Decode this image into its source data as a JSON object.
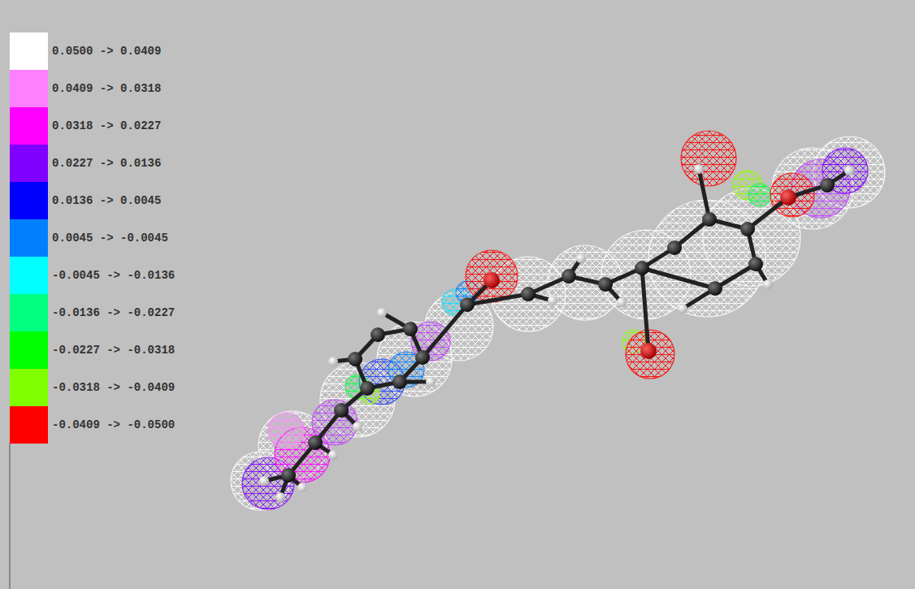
{
  "diagram": {
    "legend": [
      {
        "text": "0.0500 -> 0.0409",
        "color": "#ffffff"
      },
      {
        "text": "0.0409 -> 0.0318",
        "color": "#ff80ff"
      },
      {
        "text": "0.0318 -> 0.0227",
        "color": "#ff00ff"
      },
      {
        "text": "0.0227 -> 0.0136",
        "color": "#8000ff"
      },
      {
        "text": "0.0136 -> 0.0045",
        "color": "#0000ff"
      },
      {
        "text": "0.0045 -> -0.0045",
        "color": "#0080ff"
      },
      {
        "text": "-0.0045 -> -0.0136",
        "color": "#00ffff"
      },
      {
        "text": "-0.0136 -> -0.0227",
        "color": "#00ff80"
      },
      {
        "text": "-0.0227 -> -0.0318",
        "color": "#00ff00"
      },
      {
        "text": "-0.0318 -> -0.0409",
        "color": "#80ff00"
      },
      {
        "text": "-0.0409 -> -0.0500",
        "color": "#ff0000"
      }
    ]
  }
}
